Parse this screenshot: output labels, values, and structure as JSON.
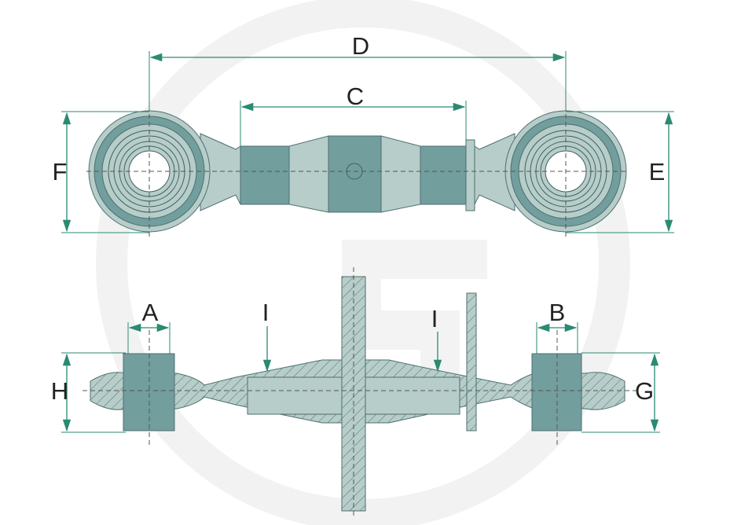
{
  "diagram": {
    "title": "Top link dimension drawing",
    "labels": {
      "A": "A",
      "B": "B",
      "C": "C",
      "D": "D",
      "E": "E",
      "F": "F",
      "G": "G",
      "H": "H",
      "I1": "I",
      "I2": "I"
    },
    "colors": {
      "dimension_line": "#2a8a72",
      "dark_part": "#729e9d",
      "light_part": "#b7cdc9",
      "watermark": "#f1f1f1"
    }
  }
}
